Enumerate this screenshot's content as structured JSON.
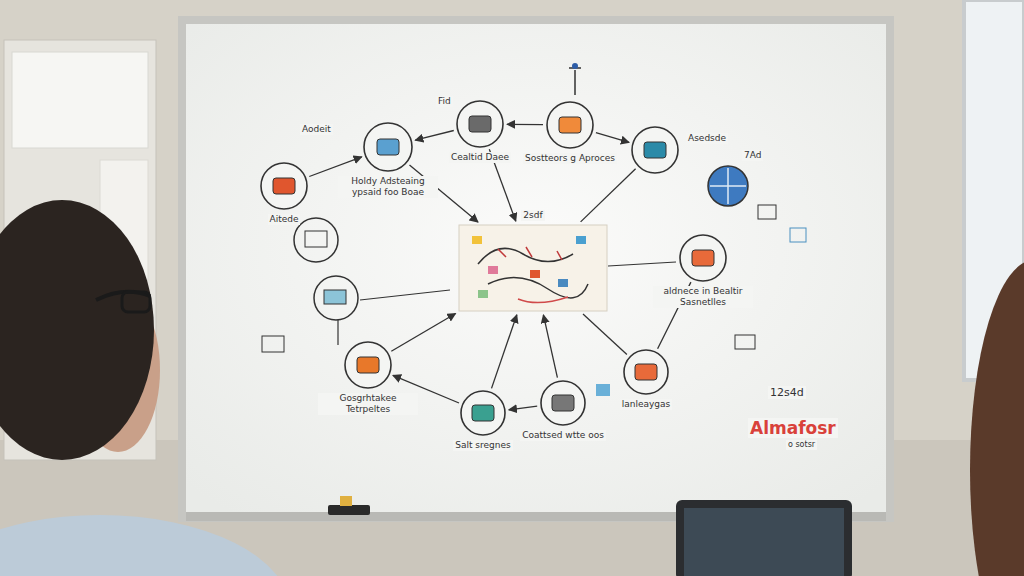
{
  "diagram": {
    "nodes": [
      {
        "text": [
          "Aitede"
        ]
      },
      {
        "text": [
          "Holdy Adsteaing ypsaid foo Boae"
        ]
      },
      {
        "text": [
          "Cealtid Daee"
        ]
      },
      {
        "text": [
          "Sostteors g Aproces"
        ]
      },
      {
        "text": [
          "Asedsde"
        ]
      },
      {
        "text": [
          "aldnece in Bealtir Sasnetlles"
        ]
      },
      {
        "text": [
          "lanleaygas"
        ]
      },
      {
        "text": [
          "Coattsed wtte oos"
        ]
      },
      {
        "text": [
          "Salt sregnes"
        ]
      },
      {
        "text": [
          "Gosgrhtakee Tetrpeltes"
        ]
      },
      {
        "text": [
          "2sdf"
        ]
      }
    ],
    "edges": [
      {
        "from": 0,
        "to": 1,
        "arrow": "to"
      },
      {
        "from": 2,
        "to": 1,
        "arrow": "to"
      },
      {
        "from": 3,
        "to": 2,
        "arrow": "to"
      },
      {
        "from": 3,
        "to": 4,
        "arrow": "to"
      },
      {
        "from": 1,
        "to": 10,
        "arrow": "to"
      },
      {
        "from": 2,
        "to": 10,
        "arrow": "to"
      },
      {
        "from": 4,
        "to": 10,
        "arrow": "none"
      },
      {
        "from": 6,
        "to": 10,
        "arrow": "none"
      },
      {
        "from": 7,
        "to": 10,
        "arrow": "to"
      },
      {
        "from": 8,
        "to": 10,
        "arrow": "to"
      },
      {
        "from": 9,
        "to": 10,
        "arrow": "to"
      },
      {
        "from": 7,
        "to": 8,
        "arrow": "to"
      },
      {
        "from": 8,
        "to": 9,
        "arrow": "to"
      },
      {
        "from": 5,
        "to": 6,
        "arrow": "none"
      }
    ],
    "labels": [
      "Aodeit",
      "Fid",
      "7Ad",
      "12s4d",
      "Almafosr",
      "o sotsr"
    ]
  }
}
